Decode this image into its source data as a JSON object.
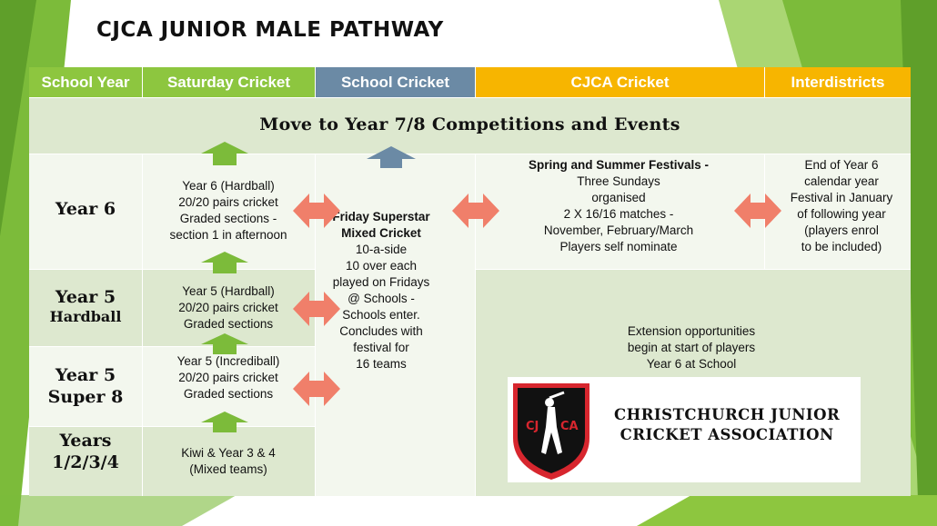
{
  "title": "CJCA JUNIOR MALE PATHWAY",
  "headers": {
    "school_year": "School Year",
    "saturday": "Saturday Cricket",
    "school": "School Cricket",
    "cjca": "CJCA Cricket",
    "interdistricts": "Interdistricts"
  },
  "banner": "Move to Year 7/8 Competitions and Events",
  "rows": {
    "year6": "Year 6",
    "year5_hard_1": "Year 5",
    "year5_hard_2": "Hardball",
    "year5_super_1": "Year 5",
    "year5_super_2": "Super 8",
    "years_1": "Years",
    "years_2": "1/2/3/4"
  },
  "saturday": {
    "y6": [
      "Year 6 (Hardball)",
      "20/20 pairs cricket",
      "Graded sections -",
      "section 1 in afternoon"
    ],
    "y5h": [
      "Year 5 (Hardball)",
      "20/20 pairs cricket",
      "Graded sections"
    ],
    "y5s": [
      "Year 5 (Incrediball)",
      "20/20 pairs cricket",
      "Graded sections"
    ],
    "kiwi": [
      "Kiwi & Year 3 & 4",
      "(Mixed teams)"
    ]
  },
  "school": [
    "Friday Superstar",
    "Mixed Cricket",
    "10-a-side",
    "10 over each",
    "played on Fridays",
    "@ Schools -",
    "Schools enter.",
    "Concludes with",
    "festival for",
    "16 teams"
  ],
  "cjca": [
    "Spring and Summer Festivals -",
    "Three Sundays",
    "organised",
    "2 X 16/16 matches -",
    "November, February/March",
    "Players self nominate"
  ],
  "interdistricts": [
    "End of Year 6",
    "calendar year",
    "Festival in January",
    "of following year",
    "(players enrol",
    "to be included)"
  ],
  "extension": [
    "Extension opportunities",
    "begin at start of players",
    "Year 6 at School"
  ],
  "logo": {
    "badge": "CJCA",
    "line1": "CHRISTCHURCH JUNIOR",
    "line2": "CRICKET ASSOCIATION"
  },
  "colors": {
    "green": "#8dc63f",
    "slate": "#6b8aa5",
    "gold": "#f7b500",
    "arrow_green": "#7cbb3a",
    "arrow_salmon": "#f07f6a",
    "badge_red": "#d7262e"
  }
}
